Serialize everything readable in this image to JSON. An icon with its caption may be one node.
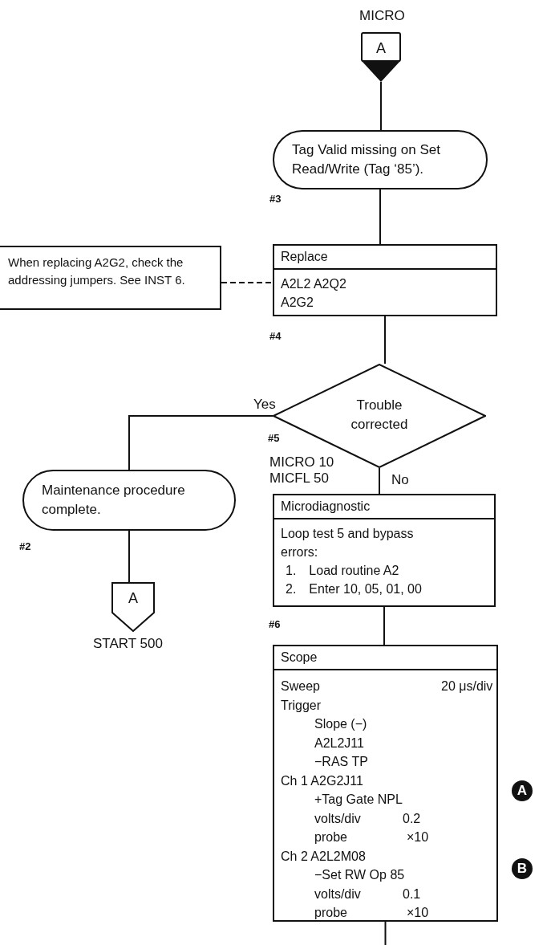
{
  "diagram": {
    "nodes": [
      {
        "text": [
          "A"
        ],
        "beside": [
          "MICRO"
        ]
      },
      {
        "text": [
          "Tag Valid missing on Set Read/Write (Tag ‘85’)."
        ],
        "beside": [
          "#3"
        ]
      },
      {
        "text": [
          "Replace",
          "A2L2  A2Q2 A2G2"
        ],
        "beside": [
          "#4"
        ]
      },
      {
        "text": [
          "When replacing A2G2, check the addressing jumpers. See INST 6."
        ]
      },
      {
        "text": [
          "Trouble corrected"
        ],
        "beside": [
          "#5"
        ]
      },
      {
        "text": [
          "Maintenance procedure complete."
        ],
        "beside": [
          "#2"
        ]
      },
      {
        "text": [
          "A"
        ],
        "beside": [
          "START 500"
        ]
      },
      {
        "text": [
          "Microdiagnostic",
          "Loop test 5 and bypass errors:",
          "1. Load routine A2",
          "2. Enter 10, 05, 01, 00"
        ],
        "beside": [
          "#6"
        ]
      },
      {
        "text": [
          "Scope",
          "Sweep",
          "20 μs/div",
          "Trigger",
          "Slope (−)",
          "A2L2J11",
          "−RAS TP",
          "Ch 1 A2G2J11",
          "+Tag Gate NPL",
          "volts/div",
          "0.2",
          "probe",
          "×10",
          "Ch 2 A2L2M08",
          "−Set RW Op 85",
          "volts/div",
          "0.1",
          "probe",
          "×10"
        ]
      }
    ],
    "edges": [
      {
        "from": 0,
        "to": 1,
        "arrow": "none"
      },
      {
        "from": 1,
        "to": 2,
        "arrow": "none"
      },
      {
        "from": 3,
        "to": 2,
        "arrow": "none",
        "style": "dashed"
      },
      {
        "from": 2,
        "to": 4,
        "arrow": "none"
      },
      {
        "from": 4,
        "to": 5,
        "arrow": "none",
        "label": "Yes"
      },
      {
        "from": 5,
        "to": 6,
        "arrow": "none"
      },
      {
        "from": 4,
        "to": 7,
        "arrow": "none",
        "label": "No"
      },
      {
        "from": 7,
        "to": 8,
        "arrow": "none"
      },
      {
        "from": 8,
        "to": null,
        "arrow": "none"
      }
    ],
    "labels": [
      "MICRO 10 MICFL 50",
      "A",
      "B"
    ]
  }
}
